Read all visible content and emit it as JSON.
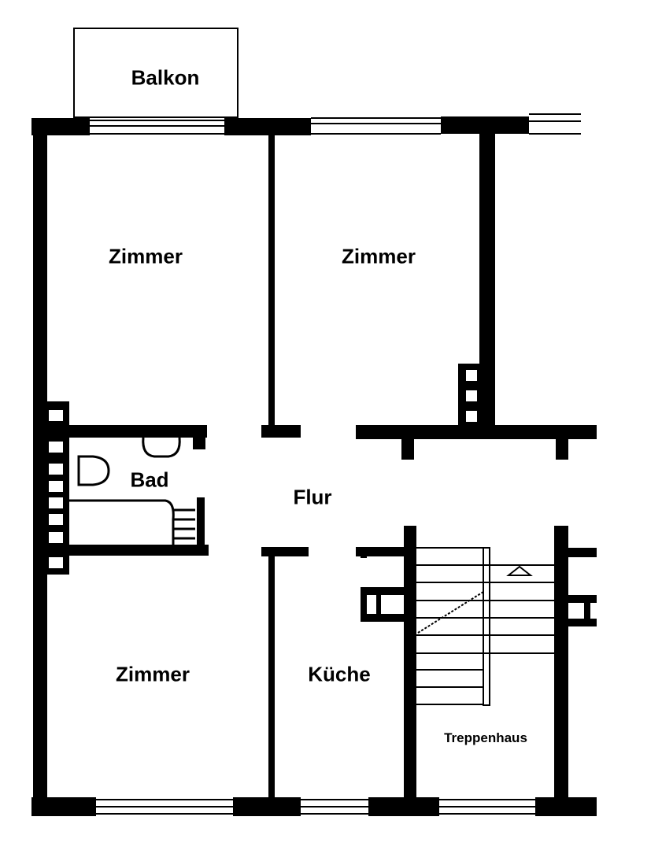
{
  "plan": {
    "colors": {
      "wall": "#000000",
      "background": "#ffffff"
    },
    "rooms": [
      {
        "id": "balkon",
        "label": "Balkon"
      },
      {
        "id": "zimmer-1",
        "label": "Zimmer"
      },
      {
        "id": "zimmer-2",
        "label": "Zimmer"
      },
      {
        "id": "bad",
        "label": "Bad"
      },
      {
        "id": "flur",
        "label": "Flur"
      },
      {
        "id": "zimmer-3",
        "label": "Zimmer"
      },
      {
        "id": "kueche",
        "label": "Küche"
      },
      {
        "id": "treppenhaus",
        "label": "Treppenhaus"
      }
    ]
  }
}
